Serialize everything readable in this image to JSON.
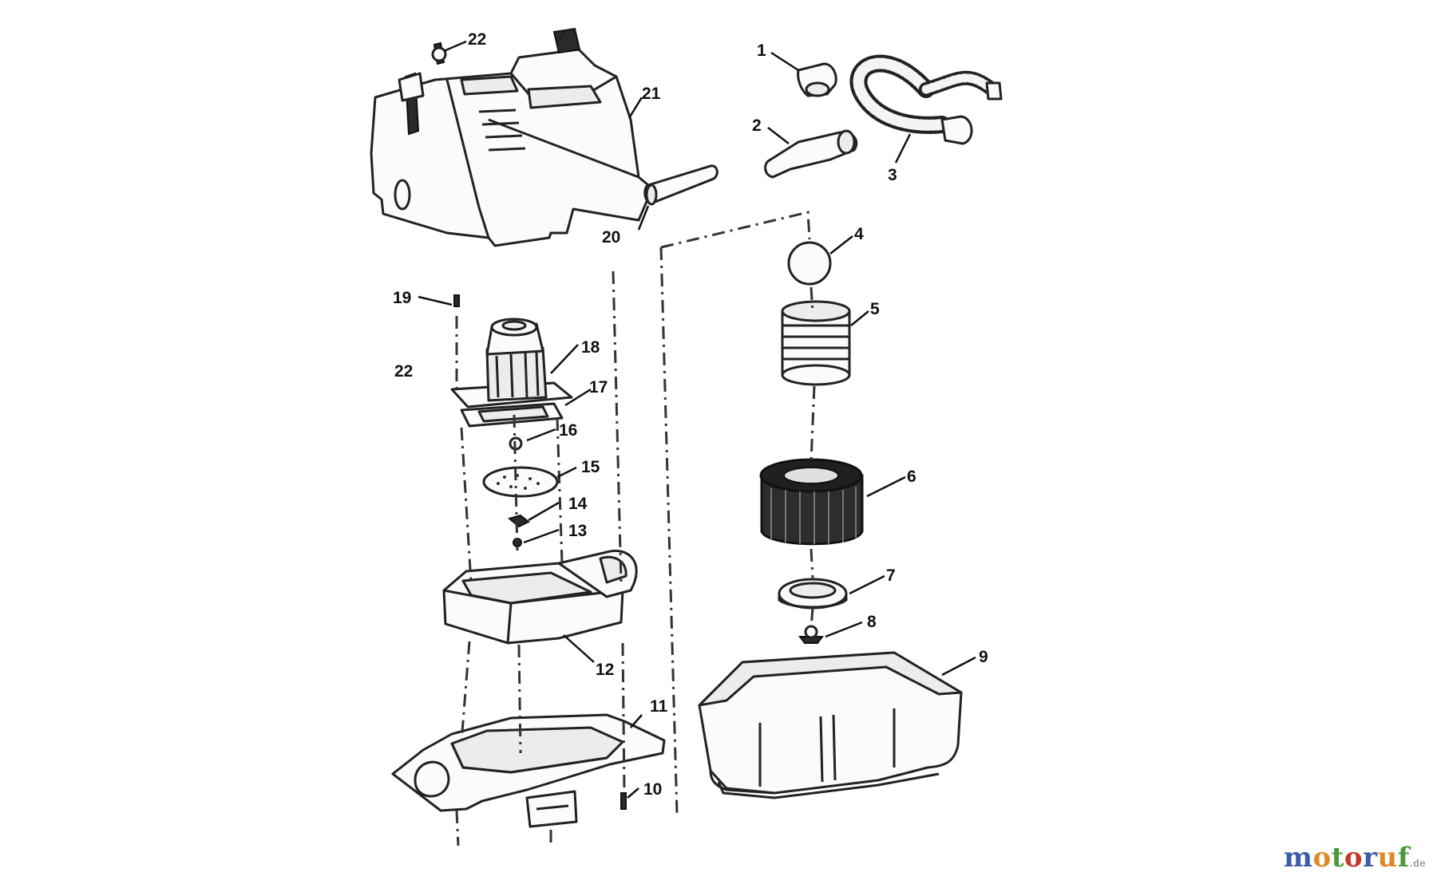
{
  "diagram": {
    "part_labels": {
      "p1": "1",
      "p2": "2",
      "p3": "3",
      "p4": "4",
      "p5": "5",
      "p6": "6",
      "p7": "7",
      "p8": "8",
      "p9": "9",
      "p10": "10",
      "p11": "11",
      "p12": "12",
      "p13": "13",
      "p14": "14",
      "p15": "15",
      "p16": "16",
      "p17": "17",
      "p18": "18",
      "p19": "19",
      "p20": "20",
      "p21": "21",
      "p22a": "22",
      "p22b": "22"
    }
  },
  "watermark": {
    "letters": [
      "m",
      "o",
      "t",
      "o",
      "r",
      "u",
      "f"
    ],
    "colors": [
      "#3b5ea8",
      "#e0892b",
      "#4a9a3a",
      "#c2392b",
      "#3b5ea8",
      "#e0892b",
      "#4a9a3a"
    ],
    "suffix": ".de"
  }
}
